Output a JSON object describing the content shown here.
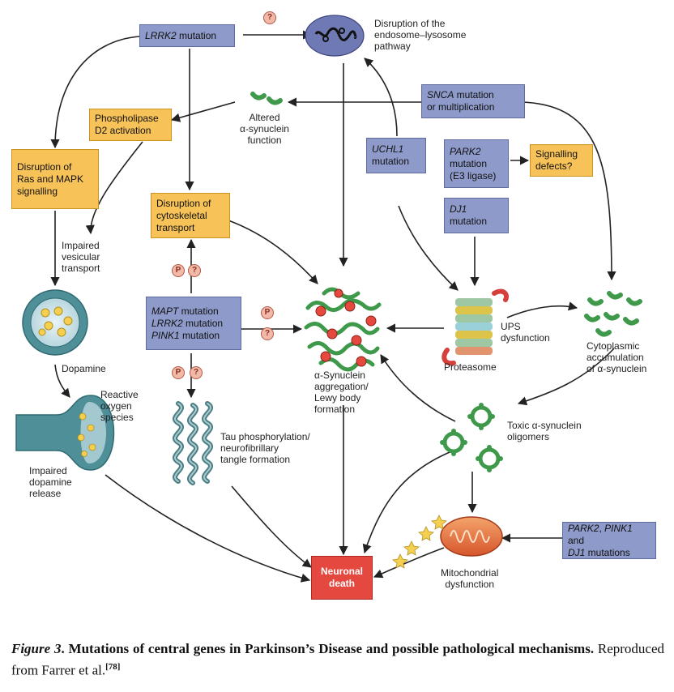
{
  "boxes": {
    "lrrk2": {
      "gene": "LRRK2",
      "rest": " mutation"
    },
    "snca": {
      "gene": "SNCA",
      "rest": " mutation",
      "line2": "or multiplication"
    },
    "pld2": {
      "line1": "Phospholipase",
      "line2": "D2 activation"
    },
    "ras": {
      "line1": "Disruption of",
      "line2": "Ras and MAPK",
      "line3": "signalling"
    },
    "uchl1": {
      "gene": "UCHL1",
      "line2": "mutation"
    },
    "park2": {
      "gene": "PARK2",
      "line2": "mutation",
      "line3": "(E3 ligase)"
    },
    "signalling": {
      "line1": "Signalling",
      "line2": "defects?"
    },
    "dj1": {
      "gene": "DJ1",
      "line2": "mutation"
    },
    "cyto": {
      "line1": "Disruption of",
      "line2": "cytoskeletal",
      "line3": "transport"
    },
    "mapt": {
      "gene1": "MAPT",
      "rest1": " mutation",
      "gene2": "LRRK2",
      "rest2": " mutation",
      "gene3": "PINK1",
      "rest3": " mutation"
    },
    "park2pink1": {
      "gene1": "PARK2",
      "mid1": ", ",
      "gene2": "PINK1",
      "rest2": " and",
      "gene3": "DJ1",
      "rest3": " mutations"
    },
    "death": {
      "line1": "Neuronal",
      "line2": "death"
    }
  },
  "labels": {
    "endosome": [
      "Disruption of the",
      "endosome–lysosome",
      "pathway"
    ],
    "altered": [
      "Altered",
      "α-synuclein",
      "function"
    ],
    "impaired_vesicular": [
      "Impaired",
      "vesicular",
      "transport"
    ],
    "dopamine": "Dopamine",
    "ros": [
      "Reactive",
      "oxygen",
      "species"
    ],
    "impaired_release": [
      "Impaired",
      "dopamine",
      "release"
    ],
    "aggregation": [
      "α-Synuclein",
      "aggregation/",
      "Lewy body",
      "formation"
    ],
    "ups": [
      "UPS",
      "dysfunction"
    ],
    "proteasome": "Proteasome",
    "cytoplasmic": [
      "Cytoplasmic",
      "accumulation",
      "of α-synuclein"
    ],
    "tau": [
      "Tau phosphorylation/",
      "neurofibrillary",
      "tangle formation"
    ],
    "toxic": [
      "Toxic α-synuclein",
      "oligomers"
    ],
    "mito": [
      "Mitochondrial",
      "dysfunction"
    ]
  },
  "marks": {
    "question": "?",
    "phospho": "P"
  },
  "caption": {
    "figure": "Figure 3",
    "dot": ". ",
    "bold": "Mutations of central genes in Parkinson’s Disease and possible pathological mechanisms.",
    "rest": " Reproduced from Farrer et al.",
    "ref": "[78]"
  },
  "colors": {
    "blue_box": "#8e9ac9",
    "orange_box": "#f7c257",
    "death_box": "#e5483f",
    "arrow": "#222222",
    "synuclein_green": "#3e9a4a"
  }
}
